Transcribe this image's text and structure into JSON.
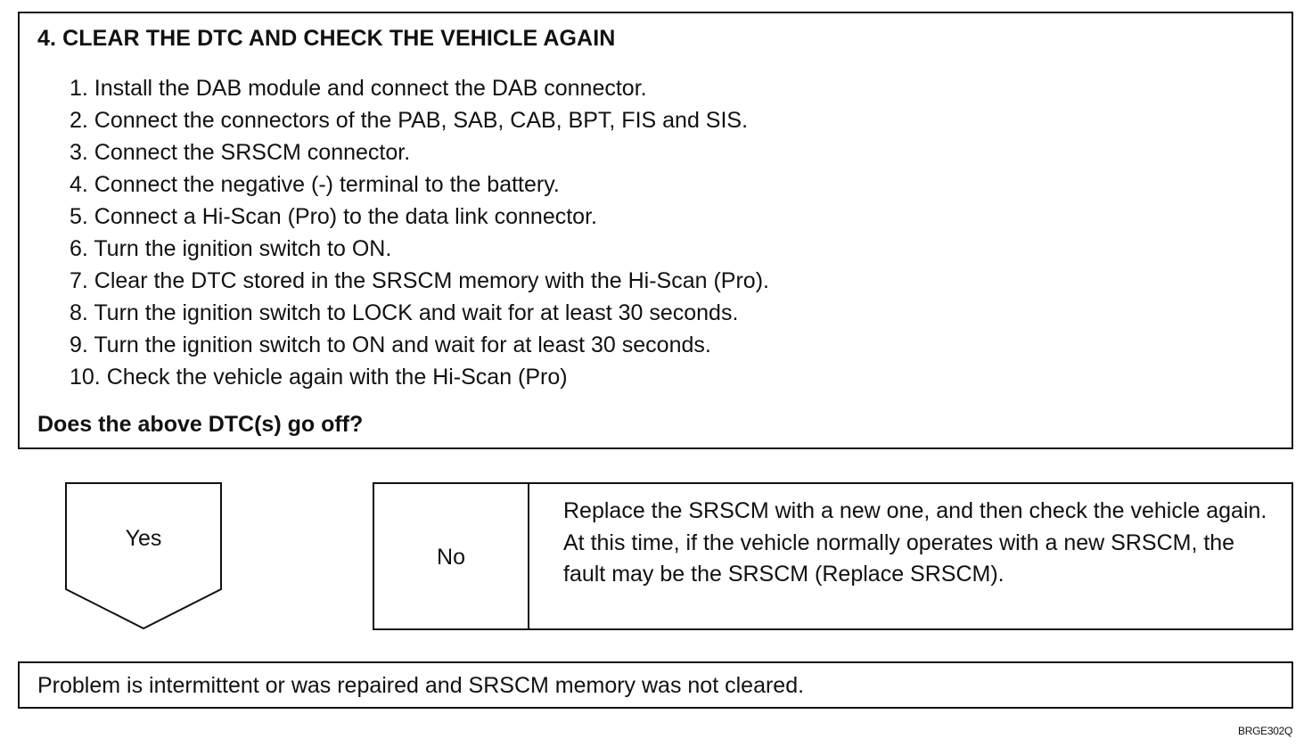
{
  "step": {
    "title": "4. CLEAR THE DTC AND CHECK THE VEHICLE AGAIN",
    "items": [
      "1. Install the DAB module and connect the DAB connector.",
      "2. Connect the connectors of the PAB, SAB, CAB, BPT, FIS and SIS.",
      "3. Connect the SRSCM connector.",
      "4. Connect the negative (-) terminal to the battery.",
      "5. Connect a Hi-Scan (Pro) to the data link connector.",
      "6. Turn the ignition switch to ON.",
      "7. Clear the DTC stored in the SRSCM memory with the Hi-Scan (Pro).",
      "8. Turn the ignition switch to LOCK and wait for at least 30 seconds.",
      "9. Turn the ignition switch to ON and wait for at least 30 seconds.",
      "10. Check the vehicle again with the Hi-Scan (Pro)"
    ],
    "question": "Does the above DTC(s) go off?"
  },
  "branches": {
    "yes_label": "Yes",
    "no_label": "No",
    "no_action": "Replace the SRSCM with a new one, and then check the vehicle again. At this time, if the vehicle normally operates with a new SRSCM, the fault may be the SRSCM (Replace SRSCM)."
  },
  "result": {
    "text": "Problem is intermittent or was repaired and SRSCM memory was not cleared."
  },
  "figure_code": "BRGE302Q"
}
